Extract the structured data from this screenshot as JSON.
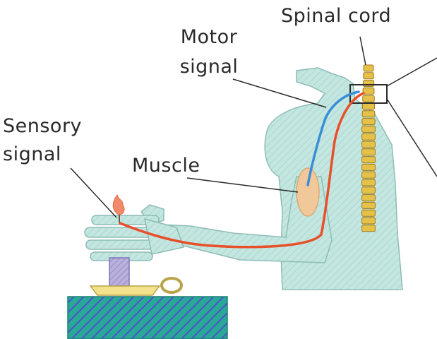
{
  "labels": {
    "spinal_cord": "Spinal cord",
    "motor_signal_line1": "Motor",
    "motor_signal_line2": "signal",
    "sensory_signal_line1": "Sensory",
    "sensory_signal_line2": "signal",
    "muscle": "Muscle"
  },
  "colors": {
    "body_fill": "#c4e6e0",
    "body_hatch": "#9fcfc8",
    "body_outline": "#8fbcb6",
    "motor_signal": "#3a8ed8",
    "sensory_signal": "#e8502a",
    "vertebra": "#e6c14a",
    "vertebra_edge": "#9c7a1c",
    "muscle": "#f1c89a",
    "candle": "#b9b0dc",
    "flame": "#f08a6a",
    "table_top": "#2aa897",
    "table_stripe": "#4b55c8",
    "holder": "#f3e28a",
    "leader_line": "#2a2a2a"
  }
}
